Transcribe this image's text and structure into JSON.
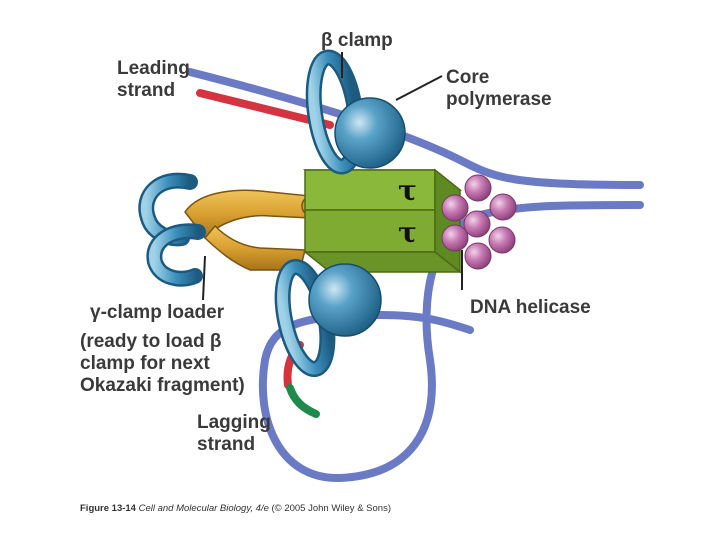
{
  "labels": {
    "beta_clamp": "β clamp",
    "leading_strand": [
      "Leading",
      "strand"
    ],
    "core_polymerase": [
      "Core",
      "polymerase"
    ],
    "gamma_clamp_loader": "γ-clamp loader",
    "ready_note": [
      "(ready to load β",
      "clamp for next",
      "Okazaki fragment)"
    ],
    "dna_helicase": "DNA helicase",
    "lagging_strand": [
      "Lagging",
      "strand"
    ],
    "tau_symbol": "τ"
  },
  "caption": {
    "figure": "Figure 13-14",
    "book": "Cell and Molecular Biology, 4/e",
    "copyright": "(© 2005 John Wiley & Sons)"
  },
  "colors": {
    "dna_strand": "#6b7ac4",
    "leading_new_strand": "#d63340",
    "lagging_primer_red": "#d63340",
    "lagging_primer_green": "#1f8a4c",
    "clamp_blue": "#2e7aa6",
    "polymerase_ball": "#2e86ad",
    "tau_block_green": "#8ab83a",
    "helicase_pink": "#c77ab3",
    "clamp_loader_gold": "#d9a030",
    "label_text": "#3a3a3a"
  }
}
